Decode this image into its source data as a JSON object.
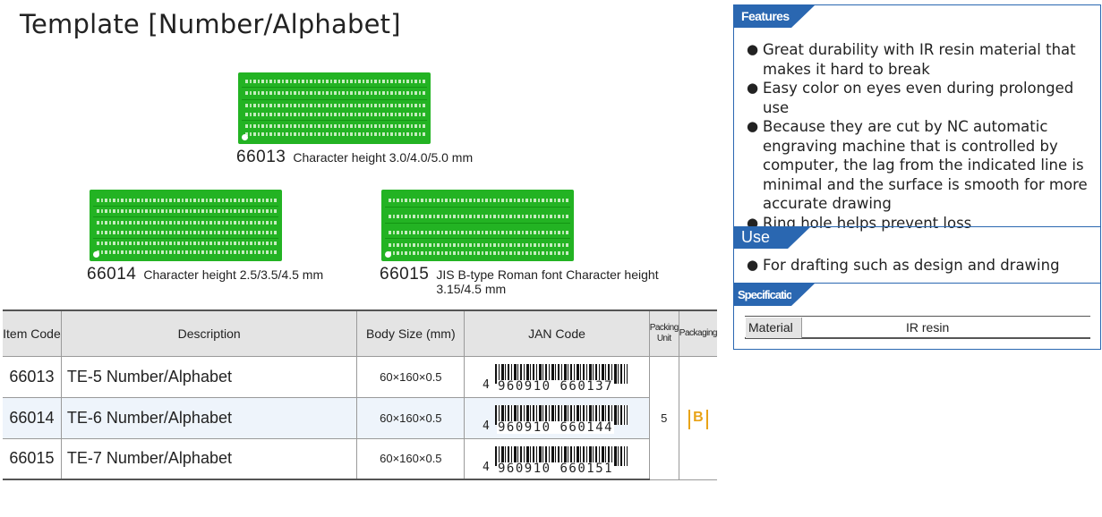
{
  "title": "Template [Number/Alphabet]",
  "images": [
    {
      "code": "66013",
      "caption": "Character height 3.0/4.0/5.0 mm"
    },
    {
      "code": "66014",
      "caption": "Character height 2.5/3.5/4.5 mm"
    },
    {
      "code": "66015",
      "caption": "JIS B-type Roman font Character height 3.15/4.5 mm"
    }
  ],
  "table": {
    "headers": {
      "item_code": "Item Code",
      "description": "Description",
      "body_size": "Body Size (mm)",
      "jan_code": "JAN Code",
      "packing_unit": "Packing Unit",
      "packaging": "Packaging"
    },
    "rows": [
      {
        "code": "66013",
        "description": "TE-5 Number/Alphabet",
        "size": "60×160×0.5",
        "jan_lead": "4",
        "jan_digits": "960910 660137"
      },
      {
        "code": "66014",
        "description": "TE-6 Number/Alphabet",
        "size": "60×160×0.5",
        "jan_lead": "4",
        "jan_digits": "960910 660144"
      },
      {
        "code": "66015",
        "description": "TE-7 Number/Alphabet",
        "size": "60×160×0.5",
        "jan_lead": "4",
        "jan_digits": "960910 660151"
      }
    ],
    "packing_unit": "5",
    "packaging_icon": "B",
    "packaging_color": "#e8a317"
  },
  "features": {
    "heading": "Features",
    "items": [
      "Great durability with IR resin material that makes it hard to break",
      "Easy color on eyes even during prolonged use",
      "Because they are cut by NC automatic engraving machine that is controlled by computer, the lag from the indicated line is minimal and the surface is smooth for more accurate drawing",
      "Ring hole helps prevent loss"
    ]
  },
  "use": {
    "heading": "Use",
    "items": [
      "For drafting such as design and drawing"
    ]
  },
  "specifications": {
    "heading": "Specifications",
    "material_label": "Material",
    "material_value": "IR resin"
  },
  "colors": {
    "accent": "#2a67b1",
    "template_green": "#23b323"
  }
}
